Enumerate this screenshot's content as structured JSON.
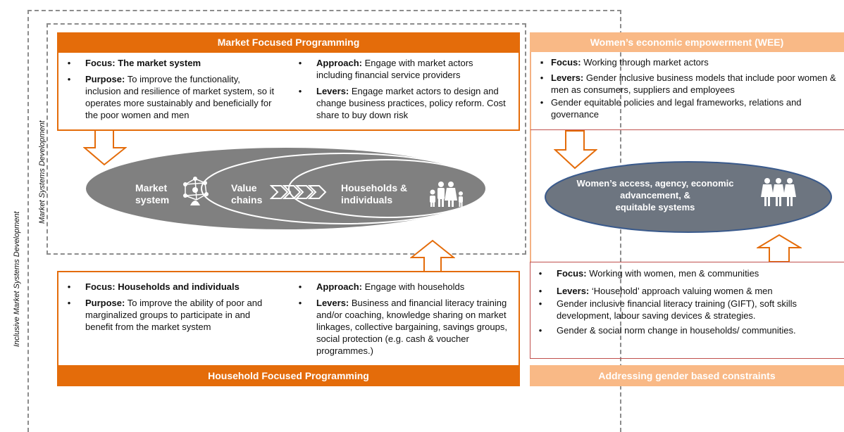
{
  "side_labels": {
    "outer": "Inclusive Market Systems Development",
    "inner": "Market Systems Development"
  },
  "market_panel": {
    "title": "Market Focused Programming",
    "left": [
      {
        "bullet": "•",
        "bold": "Focus: The market system",
        "text": ""
      },
      {
        "bullet": "•",
        "bold": "Purpose:",
        "text": " To improve the functionality, inclusion and resilience of market system, so it operates more sustainably and beneficially for the poor women and men"
      }
    ],
    "right": [
      {
        "bullet": "•",
        "bold": "Approach:",
        "text": " Engage with market actors including financial service providers"
      },
      {
        "bullet": "•",
        "bold": "Levers:",
        "text": " Engage market actors to design and change business practices, policy reform. Cost share to buy down risk"
      }
    ]
  },
  "ellipse": {
    "market": [
      "Market",
      "system"
    ],
    "value": [
      "Value",
      "chains"
    ],
    "households": [
      "Households &",
      "individuals"
    ]
  },
  "household_panel": {
    "title": "Household Focused  Programming",
    "left": [
      {
        "bullet": "•",
        "bold": "Focus:  Households and individuals",
        "text": ""
      },
      {
        "bullet": "•",
        "bold": "Purpose:",
        "text": " To improve the ability of poor and marginalized groups to participate in and benefit from the market system"
      }
    ],
    "right": [
      {
        "bullet": "•",
        "bold": "Approach:",
        "text": " Engage with households"
      },
      {
        "bullet": "•",
        "bold": "Levers:",
        "text": " Business and financial literacy training and/or coaching, knowledge sharing on market linkages, collective bargaining, savings groups, social protection (e.g. cash & voucher programmes.)"
      }
    ]
  },
  "wee_panel": {
    "title": "Women’s economic empowerment (WEE)",
    "items": [
      {
        "bullet": "▪",
        "bold": "Focus:",
        "text": " Working through market actors"
      },
      {
        "bullet": "•",
        "bold": "Levers:",
        "text": " Gender inclusive business models that include poor women & men as consumers, suppliers and employees"
      },
      {
        "bullet": "•",
        "bold": "",
        "text": "Gender equitable policies and legal frameworks, relations and governance"
      }
    ],
    "ellipse": [
      "Women’s access, agency, economic",
      "advancement, &",
      "equitable systems"
    ]
  },
  "gender_panel": {
    "title": "Addressing gender based constraints",
    "items": [
      {
        "bullet": "•",
        "bold": "Focus:",
        "text": " Working with women, men & communities"
      },
      {
        "bullet": "•",
        "bold": "Levers:",
        "text": " ‘Household’ approach valuing women & men"
      },
      {
        "bullet": "•",
        "bold": "",
        "text": "Gender inclusive financial literacy training (GIFT), soft skills development, labour saving devices & strategies."
      },
      {
        "bullet": "•",
        "bold": "",
        "text": "Gender & social norm change in households/ communities."
      }
    ]
  },
  "colors": {
    "orange": "#e46c0a",
    "light_orange": "#f9b986",
    "ellipse_grey": "#808080",
    "wee_ellipse": "#6d7580",
    "red_border": "#c0504d"
  },
  "icons": [
    "network-icon",
    "chevrons-icon",
    "family-icon",
    "women-icon",
    "arrow-down-icon",
    "arrow-up-icon"
  ]
}
